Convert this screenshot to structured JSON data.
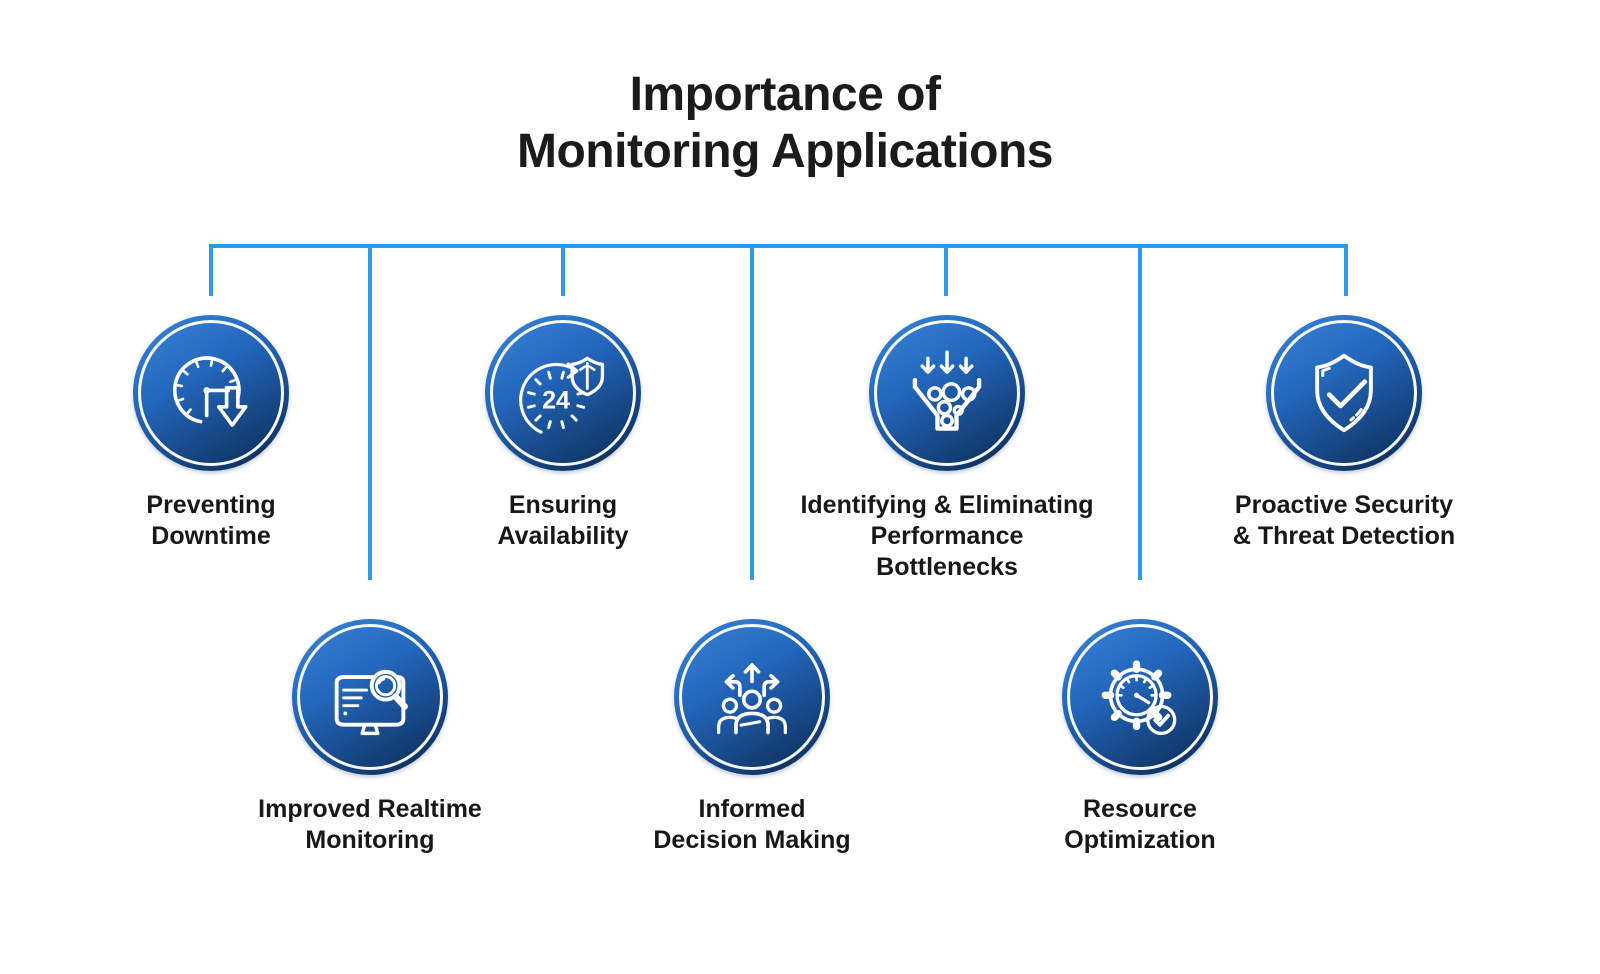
{
  "title": {
    "line1": "Importance of",
    "line2": "Monitoring Applications"
  },
  "colors": {
    "background": "#FFFFFF",
    "connector": "#2E9BE8",
    "circle_light": "#3B85D9",
    "circle_dark": "#0C2B55",
    "icon_stroke": "#FFFFFF",
    "title_text": "#1B1B1B",
    "label_text": "#17181A"
  },
  "items": [
    {
      "icon": "clock-down-arrow-icon",
      "row": 1,
      "lines": [
        "Preventing",
        "Downtime"
      ]
    },
    {
      "icon": "availability-24-shield-icon",
      "row": 1,
      "lines": [
        "Ensuring",
        "Availability"
      ]
    },
    {
      "icon": "funnel-bottleneck-icon",
      "row": 1,
      "lines": [
        "Identifying & Eliminating",
        "Performance",
        "Bottlenecks"
      ]
    },
    {
      "icon": "shield-check-icon",
      "row": 1,
      "lines": [
        "Proactive Security",
        "& Threat Detection"
      ]
    },
    {
      "icon": "monitor-magnifier-icon",
      "row": 2,
      "lines": [
        "Improved Realtime",
        "Monitoring"
      ]
    },
    {
      "icon": "person-decision-arrows-icon",
      "row": 2,
      "lines": [
        "Informed",
        "Decision Making"
      ]
    },
    {
      "icon": "gear-gauge-check-icon",
      "row": 2,
      "lines": [
        "Resource",
        "Optimization"
      ]
    }
  ]
}
